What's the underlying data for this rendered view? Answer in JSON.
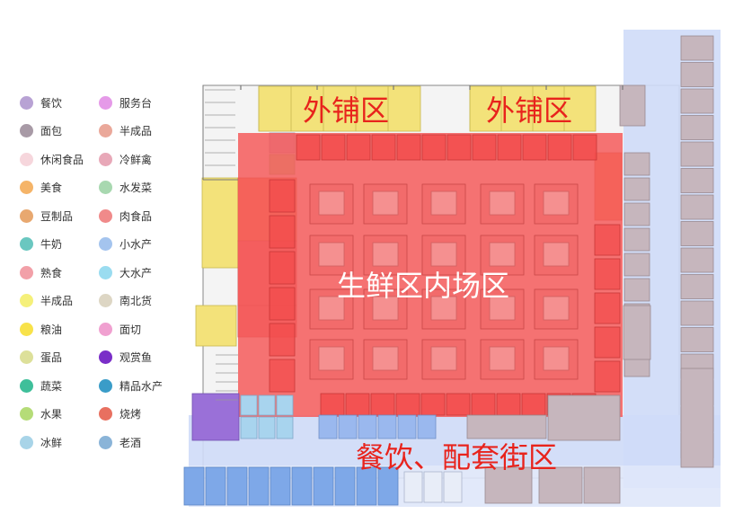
{
  "legend": {
    "items": [
      {
        "label": "餐饮",
        "color": "#b8a2d4"
      },
      {
        "label": "面包",
        "color": "#a89aa6"
      },
      {
        "label": "休闲食品",
        "color": "#f6d6dc"
      },
      {
        "label": "美食",
        "color": "#f5b468"
      },
      {
        "label": "豆制品",
        "color": "#e8a870"
      },
      {
        "label": "牛奶",
        "color": "#6ac7c0"
      },
      {
        "label": "熟食",
        "color": "#f2a0a8"
      },
      {
        "label": "半成品",
        "color": "#f5f07a"
      },
      {
        "label": "粮油",
        "color": "#f8e24a"
      },
      {
        "label": "蛋品",
        "color": "#dde09a"
      },
      {
        "label": "蔬菜",
        "color": "#3fbf9a"
      },
      {
        "label": "水果",
        "color": "#b5dc78"
      },
      {
        "label": "冰鲜",
        "color": "#a8d4e8"
      },
      {
        "label": "服务台",
        "color": "#e59ae8"
      },
      {
        "label": "半成品",
        "color": "#eaa89a"
      },
      {
        "label": "冷鲜禽",
        "color": "#e8a8b8"
      },
      {
        "label": "水发菜",
        "color": "#a8d8b0"
      },
      {
        "label": "肉食品",
        "color": "#f08a8a"
      },
      {
        "label": "小水产",
        "color": "#a4c4ee"
      },
      {
        "label": "大水产",
        "color": "#9adcf0"
      },
      {
        "label": "南北货",
        "color": "#ddd6c4"
      },
      {
        "label": "面切",
        "color": "#f0a0d0"
      },
      {
        "label": "观赏鱼",
        "color": "#7a2ec8"
      },
      {
        "label": "精品水产",
        "color": "#3a9cc8"
      },
      {
        "label": "烧烤",
        "color": "#e87060"
      },
      {
        "label": "老酒",
        "color": "#8ab4d8"
      }
    ]
  },
  "zones": {
    "outer_shop_left": "外铺区",
    "outer_shop_right": "外铺区",
    "fresh_inner": "生鲜区内场区",
    "dining_street": "餐饮、配套街区"
  },
  "colors": {
    "label_red": "#e8231c",
    "fresh_red": "#f55a5a",
    "street_blue": "#cfdcf8",
    "outer_yellow": "#f3e27a"
  }
}
